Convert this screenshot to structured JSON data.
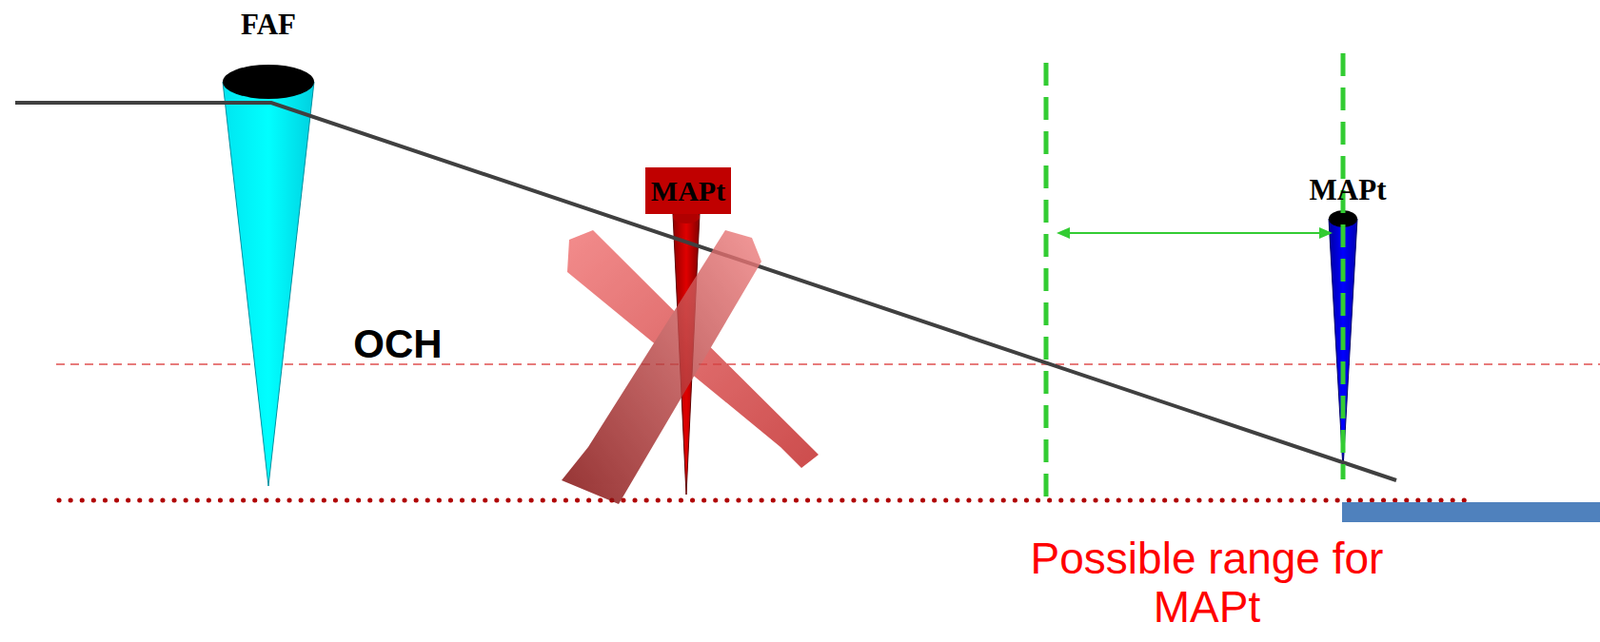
{
  "diagram": {
    "nodes": [
      {
        "text": [
          "MAPt"
        ]
      }
    ],
    "labels": [
      "FAF",
      "OCH",
      "MAPt",
      "Possible range for MAPt"
    ]
  }
}
